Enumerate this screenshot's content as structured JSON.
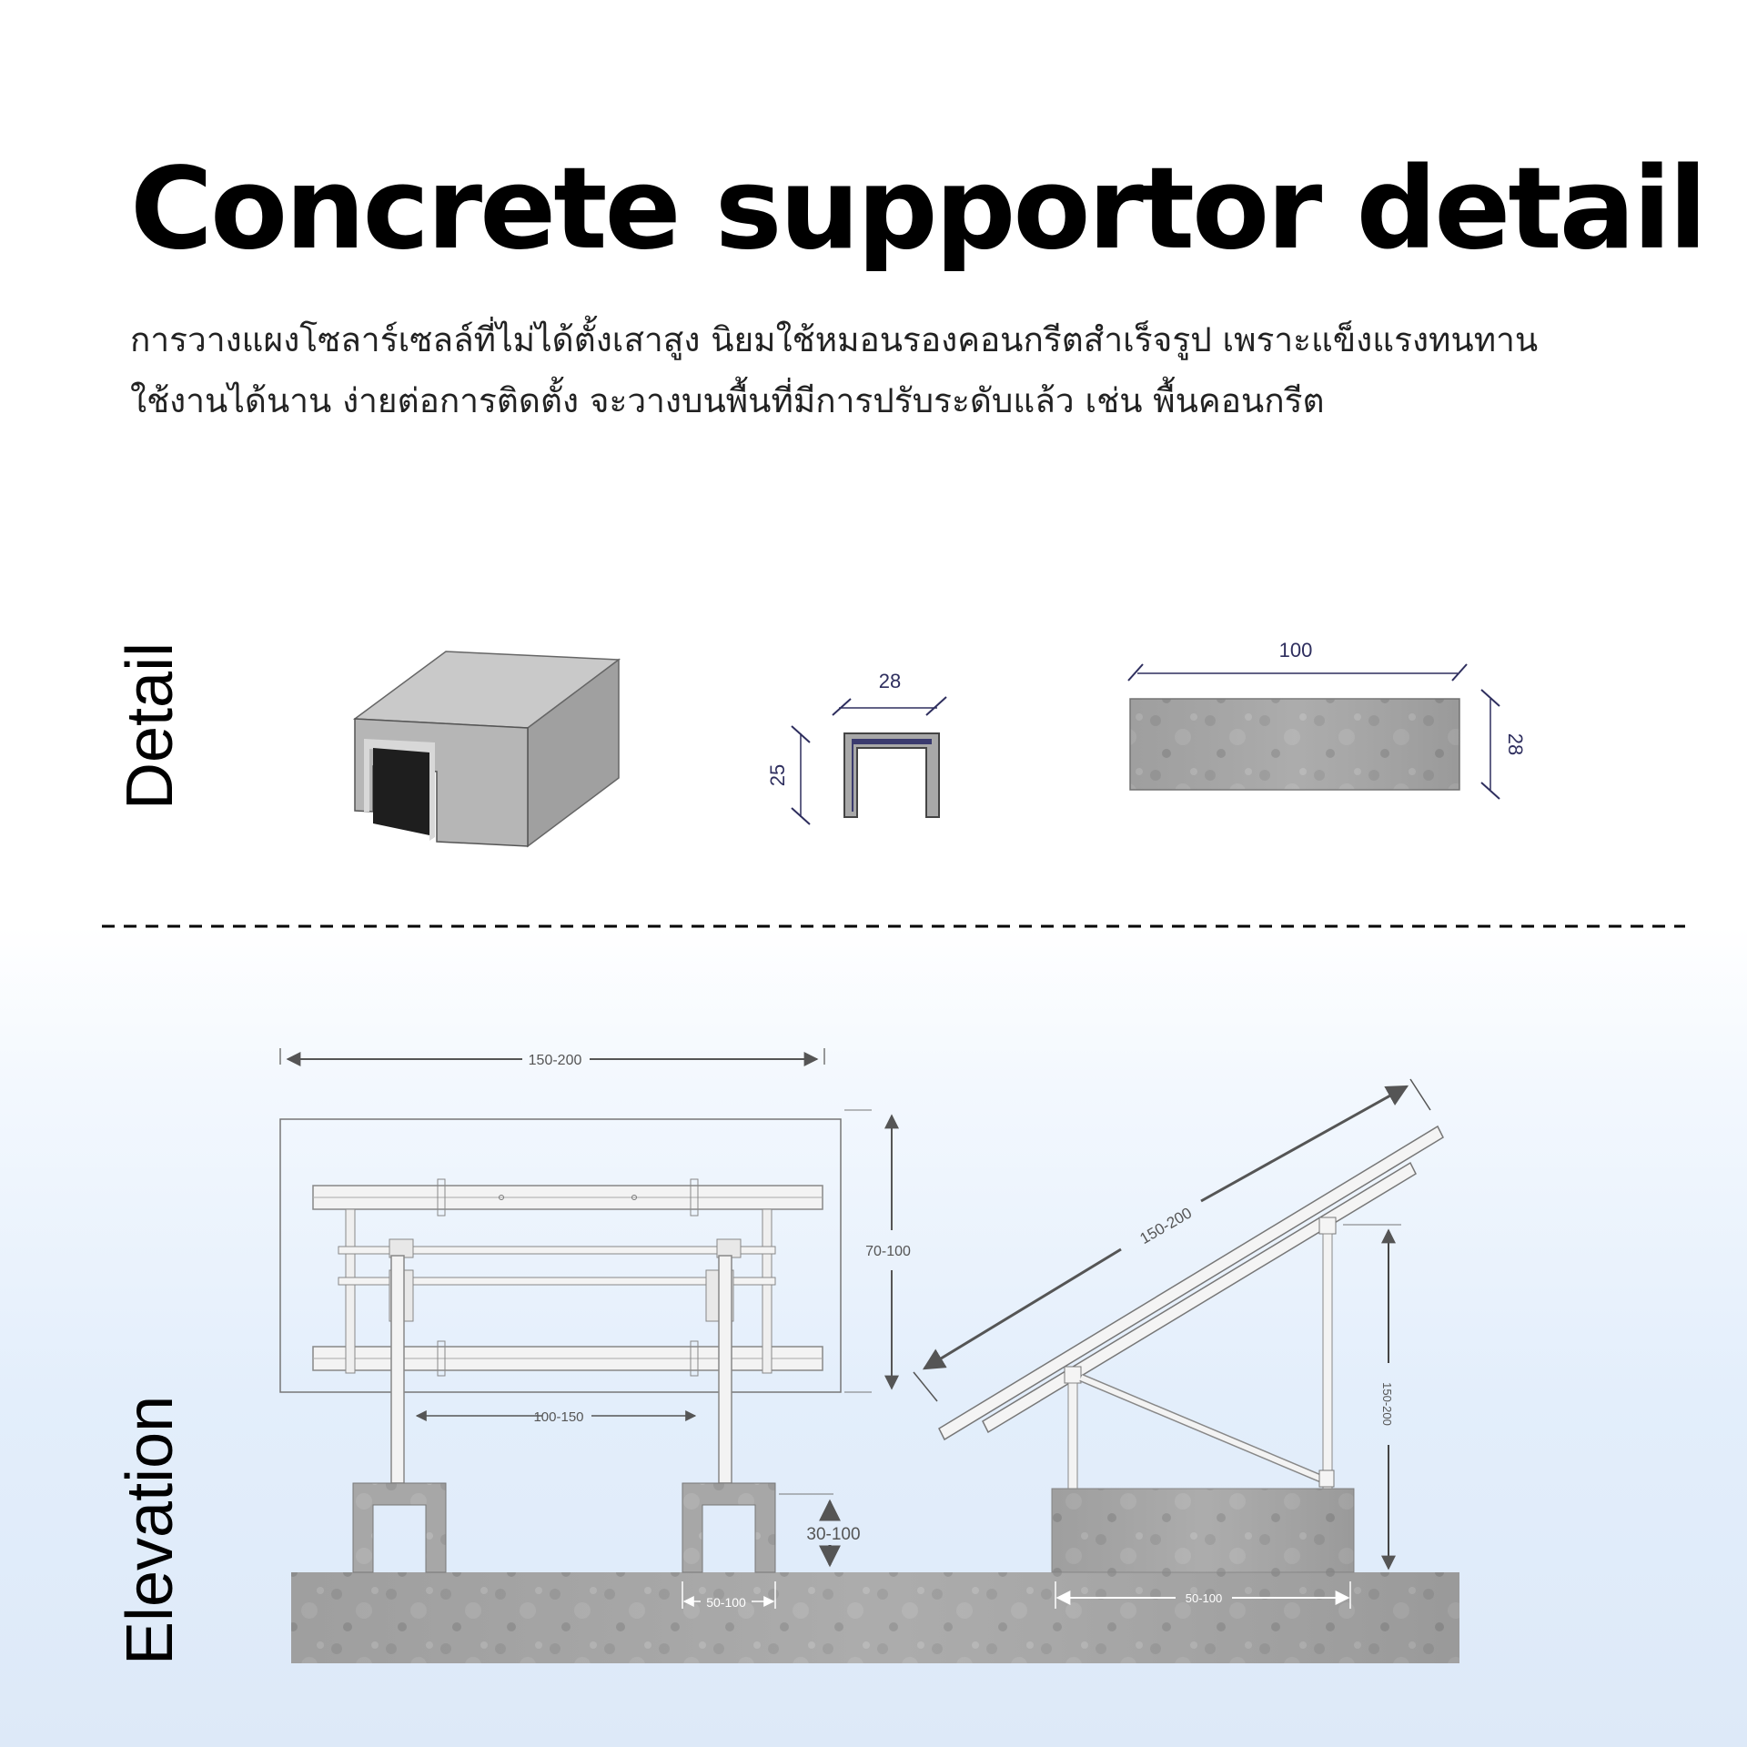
{
  "title": "Concrete supportor detail",
  "description": [
    "การวางแผงโซลาร์เซลล์ที่ไม่ได้ตั้งเสาสูง นิยมใช้หมอนรองคอนกรีตสำเร็จรูป เพราะแข็งแรงทนทาน",
    "ใช้งานได้นาน ง่ายต่อการติดตั้ง จะวางบนพื้นที่มีการปรับระดับแล้ว เช่น พื้นคอนกรีต"
  ],
  "sections": {
    "detail": "Detail",
    "elevation": "Elevation"
  },
  "detail_dims": {
    "channel_width": "28",
    "channel_height": "25",
    "block_length": "100",
    "block_height": "28"
  },
  "elevation_dims": {
    "frame_width": "150-200",
    "frame_height": "70-100",
    "post_spacing": "100-150",
    "block_height": "30-100",
    "block_width": "50-100",
    "panel_length": "150-200",
    "tilt_height": "150-200",
    "tilt_block_width": "50-100"
  },
  "colors": {
    "dim_line": "#2e2e5e",
    "steel": "#8a8a8a",
    "concrete": "#a3a3a3"
  }
}
